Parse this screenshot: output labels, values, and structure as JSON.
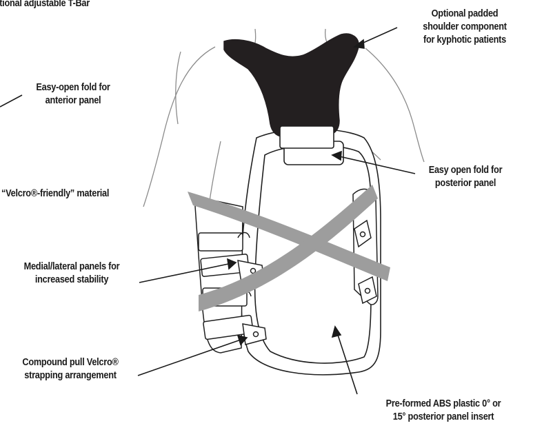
{
  "labels": {
    "t_bar": "Optional adjustable T-Bar",
    "shoulder": [
      "Optional padded",
      "shoulder component",
      "for kyphotic patients"
    ],
    "anterior": [
      "Easy-open fold for",
      "anterior panel"
    ],
    "posterior": [
      "Easy open fold for",
      "posterior panel"
    ],
    "velcro_material": "“Velcro®-friendly” material",
    "medial": [
      "Medial/lateral panels for",
      "increased stability"
    ],
    "compound": [
      "Compound pull Velcro®",
      "strapping arrangement"
    ],
    "abs_panel": [
      "Pre-formed ABS plastic 0° or",
      "15° posterior panel insert"
    ]
  },
  "colors": {
    "shoulder_pad": "#231f20",
    "strap": "#9d9d9d",
    "outline": "#1f1f1f",
    "body_outline": "#8a8a8a"
  }
}
